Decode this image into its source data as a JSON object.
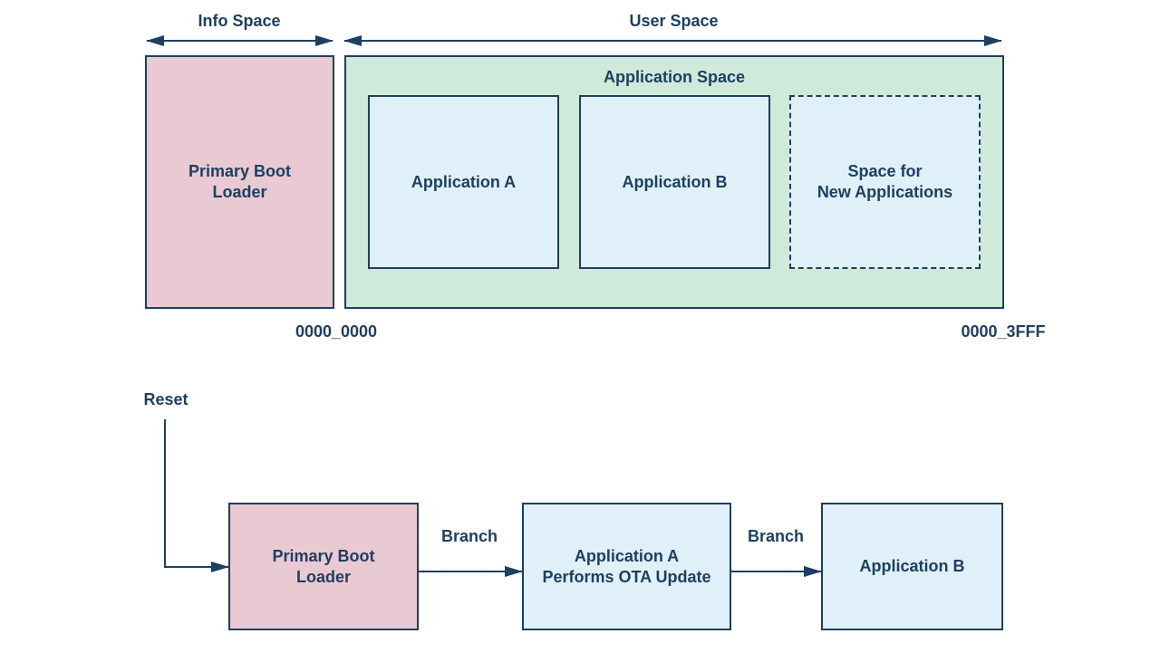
{
  "memory_map": {
    "info_space_label": "Info Space",
    "user_space_label": "User Space",
    "boot_loader": "Primary Boot\nLoader",
    "application_space_label": "Application Space",
    "app_a": "Application A",
    "app_b": "Application B",
    "new_space": "Space for\nNew Applications",
    "addr_start": "0000_0000",
    "addr_end": "0000_3FFF"
  },
  "boot_flow": {
    "reset_label": "Reset",
    "boot_loader": "Primary Boot\nLoader",
    "branch_1": "Branch",
    "app_a_ota": "Application A\nPerforms OTA Update",
    "branch_2": "Branch",
    "app_b": "Application B"
  },
  "colors": {
    "line": "#1d3f62",
    "boot_loader_fill": "#e9c9d2",
    "application_space_fill": "#cfeadb",
    "application_fill": "#e0f0f8"
  }
}
